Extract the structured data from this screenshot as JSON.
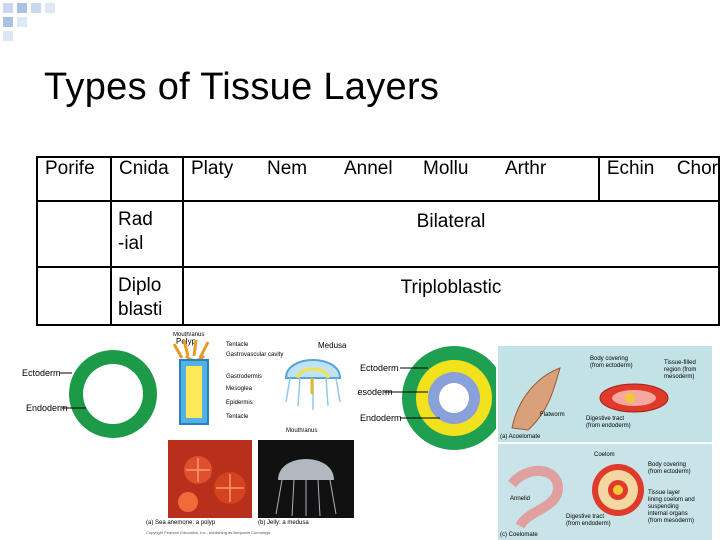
{
  "slide": {
    "title": "Types of Tissue Layers"
  },
  "table": {
    "headers": [
      "Porife",
      "Cnida",
      "Platy",
      "Nem",
      "Annel",
      "Mollu",
      "Arthr",
      "Echin",
      "Chor"
    ],
    "symmetry_radial": "Rad -ial",
    "symmetry_bilateral": "Bilateral",
    "layers_diplo": "Diplo blasti",
    "layers_triplo": "Triploblastic"
  },
  "figures": {
    "diploblast": {
      "ectoderm": "Ectoderm",
      "endoderm": "Endoderm"
    },
    "cnidarian": {
      "polyp": "Polyp",
      "medusa": "Medusa",
      "mouth_anus_top": "Mouth/anus",
      "tentacle": "Tentacle",
      "gastrovascular": "Gastrovascular cavity",
      "gastrodermis": "Gastrodermis",
      "mesoglea": "Mesoglea",
      "epidermis": "Epidermis",
      "tentacle2": "Tentacle",
      "mouth_anus_bottom": "Mouth/anus",
      "caption_a": "(a) Sea anemone: a polyp",
      "caption_b": "(b) Jelly: a medusa",
      "copyright": "Copyright Pearson Education, Inc., publishing as Benjamin Cummings"
    },
    "triploblast": {
      "ectoderm": "Ectoderm",
      "mesoderm": "Mesoderm",
      "endoderm": "Endoderm"
    },
    "acoelomate": {
      "body_covering": "Body covering (from ectoderm)",
      "tissue_filled": "Tissue-filled region (from mesoderm)",
      "flatworm": "Flatworm",
      "digestive": "Digestive tract (from endoderm)",
      "caption": "(a) Acoelomate"
    },
    "coelomate": {
      "coelom": "Coelom",
      "body_covering": "Body covering (from ectoderm)",
      "annelid": "Annelid",
      "digestive": "Digestive tract (from endoderm)",
      "tissue_layer": "Tissue layer lining coelom and suspending internal organs (from mesoderm)",
      "caption": "(c) Coelomate"
    }
  },
  "colors": {
    "diplo_outer": "#1d9a48",
    "triplo_outer": "#1fa050",
    "triplo_middle": "#f2e21d",
    "triplo_inner": "#8aa0d8",
    "acoel_bg": "#c3e2e6"
  }
}
